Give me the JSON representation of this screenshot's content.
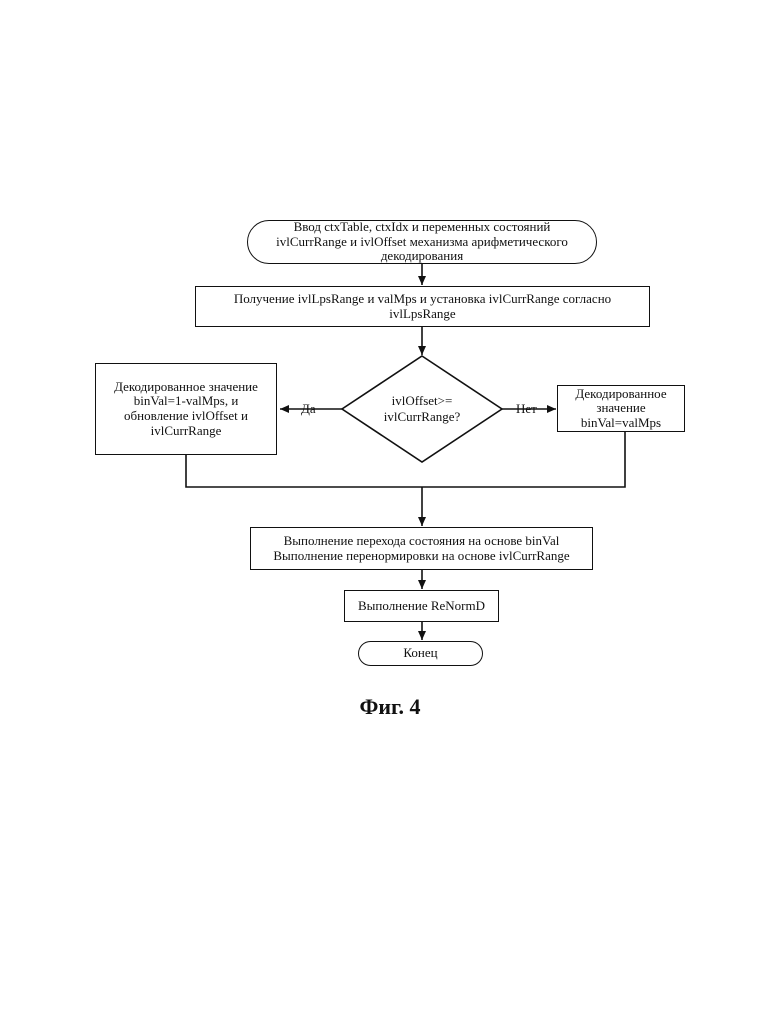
{
  "diagram": {
    "start": "Ввод ctxTable, ctxIdx и переменных состояний\nivlCurrRange и ivlOffset механизма арифметического\nдекодирования",
    "step1": "Получение ivlLpsRange и valMps и установка ivlCurrRange согласно\nivlLpsRange",
    "decision": "ivlOffset>=\nivlCurrRange?",
    "yes_label": "Да",
    "no_label": "Нет",
    "yes_box": "Декодированное значение\nbinVal=1-valMps, и\nобновление ivlOffset и\nivlCurrRange",
    "no_box": "Декодированное\nзначение\nbinVal=valMps",
    "step2": "Выполнение перехода состояния на основе binVal\nВыполнение перенормировки на основе ivlCurrRange",
    "step3": "Выполнение ReNormD",
    "end": "Конец"
  },
  "caption": "Фиг. 4"
}
